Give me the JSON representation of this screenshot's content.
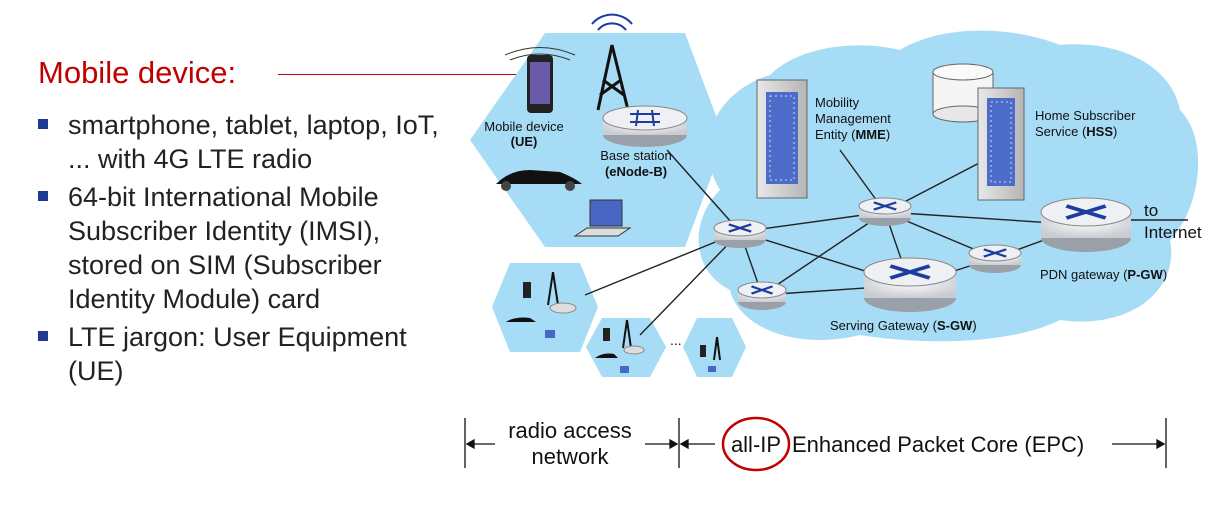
{
  "heading": "Mobile device:",
  "bullets": [
    "smartphone, tablet, laptop, IoT, ... with 4G LTE radio",
    "64-bit International Mobile Subscriber Identity (IMSI), stored on SIM (Subscriber Identity Module) card",
    "LTE jargon: User Equipment (UE)"
  ],
  "diagram": {
    "ue_label": "Mobile device",
    "ue_abbr": "(UE)",
    "bs_label": "Base station",
    "bs_abbr": "(eNode-B)",
    "mme_label": [
      "Mobility",
      "Management",
      "Entity ("
    ],
    "mme_abbr": "MME",
    "hss_label": [
      "Home Subscriber",
      "Service ("
    ],
    "hss_abbr": "HSS",
    "pgw_label": "PDN gateway (",
    "pgw_abbr": "P-GW",
    "sgw_label": "Serving Gateway (",
    "sgw_abbr": "S-GW",
    "internet_to": "to",
    "internet": "Internet",
    "ellipsis": "...",
    "ran_line1": "radio access",
    "ran_line2": "network",
    "allip": "all-IP",
    "epc": "Enhanced Packet Core (EPC)"
  },
  "colors": {
    "accent": "#c00000",
    "bullet": "#1f3a93",
    "cloud": "#a6dcf5",
    "router": "#1a3d9e"
  }
}
